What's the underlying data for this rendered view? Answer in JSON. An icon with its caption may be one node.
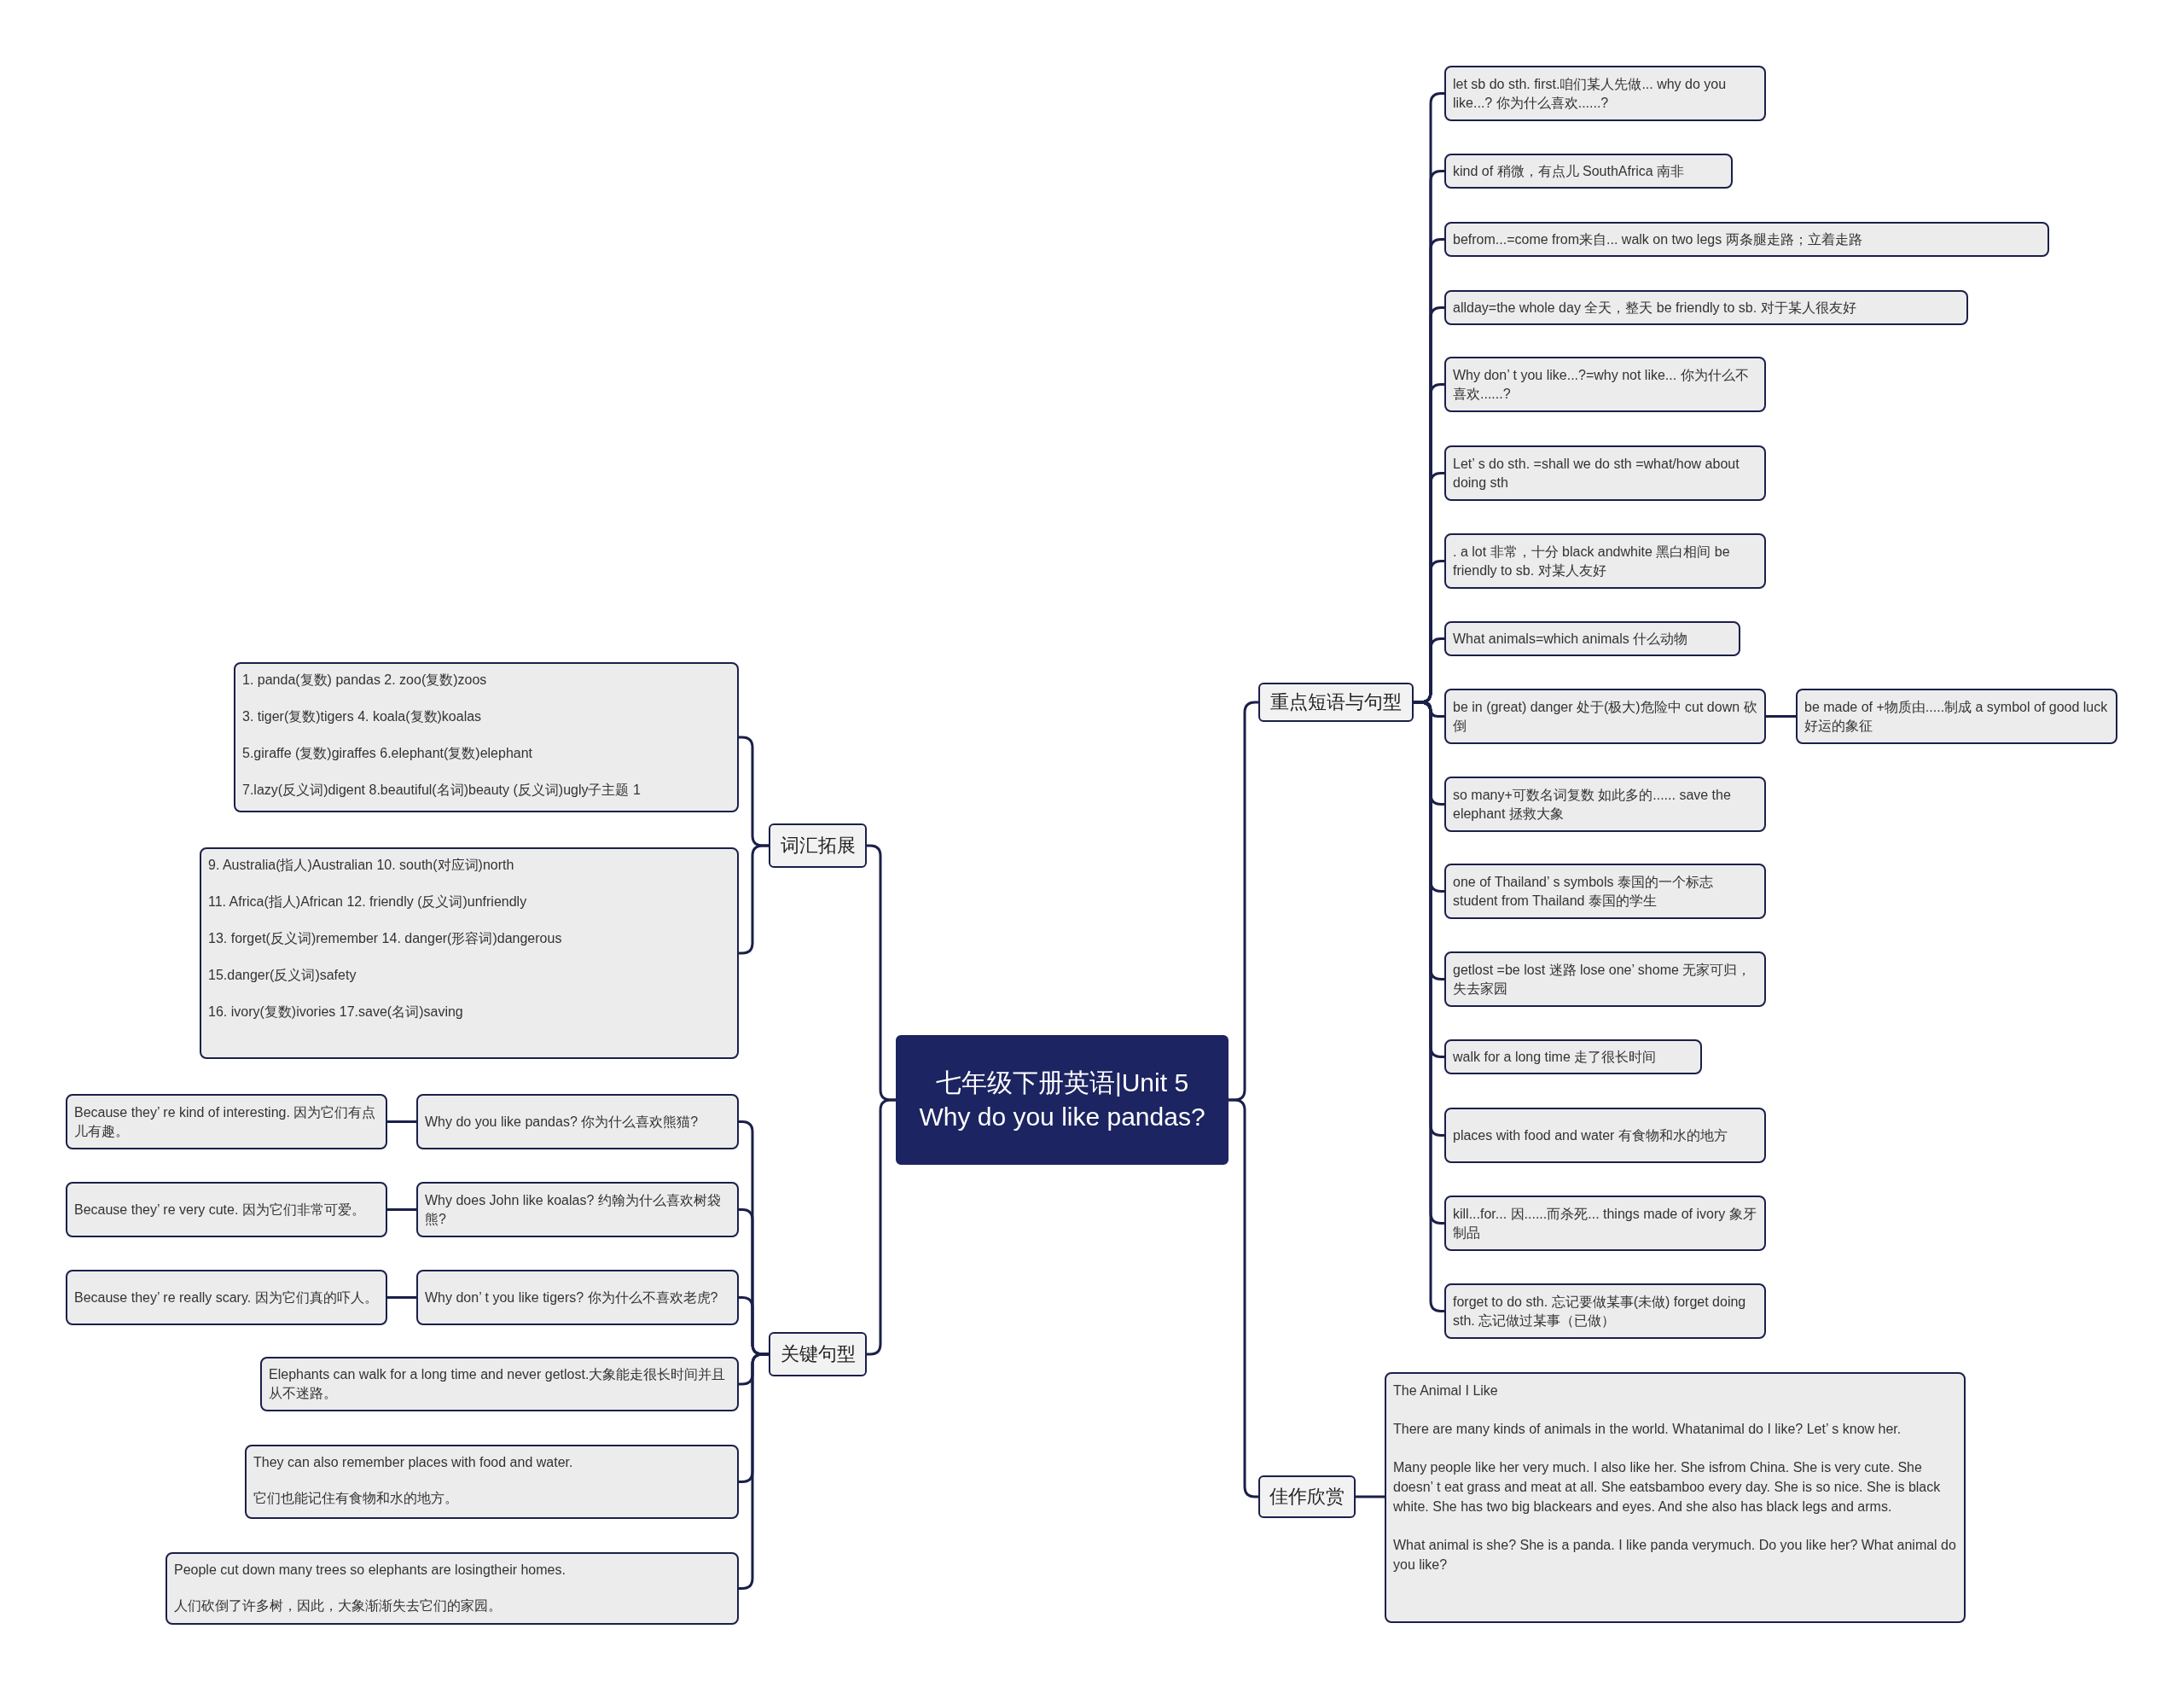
{
  "diagram": {
    "nodes": [
      {
        "text": [
          "七年级下册英语|Unit 5 Why do you like pandas?"
        ]
      },
      {
        "text": [
          "重点短语与句型"
        ]
      },
      {
        "text": [
          "let sb do sth. first.咱们某人先做... why do you like...? 你为什么喜欢......?"
        ]
      },
      {
        "text": [
          "kind of 稍微，有点儿 SouthAfrica 南非"
        ]
      },
      {
        "text": [
          "befrom...=come from来自... walk on two legs 两条腿走路；立着走路"
        ]
      },
      {
        "text": [
          "allday=the whole day 全天，整天 be friendly to sb. 对于某人很友好"
        ]
      },
      {
        "text": [
          "Why don’ t you like...?=why not like... 你为什么不喜欢......?"
        ]
      },
      {
        "text": [
          "Let’ s do sth. =shall we do sth =what/how about doing sth"
        ]
      },
      {
        "text": [
          ". a lot 非常，十分 black andwhite 黑白相间 be friendly to sb. 对某人友好"
        ]
      },
      {
        "text": [
          "What animals=which animals 什么动物"
        ]
      },
      {
        "text": [
          "be in (great) danger 处于(极大)危险中 cut down 砍倒"
        ]
      },
      {
        "text": [
          "be made of +物质由.....制成 a symbol of good luck 好运的象征"
        ]
      },
      {
        "text": [
          "so many+可数名词复数 如此多的...... save the elephant 拯救大象"
        ]
      },
      {
        "text": [
          "one of Thailand’ s symbols 泰国的一个标志 student from Thailand 泰国的学生"
        ]
      },
      {
        "text": [
          "getlost =be lost 迷路 lose one’ shome 无家可归，失去家园"
        ]
      },
      {
        "text": [
          "walk for a long time 走了很长时间"
        ]
      },
      {
        "text": [
          "places with food and water 有食物和水的地方"
        ]
      },
      {
        "text": [
          "kill...for... 因......而杀死... things made of ivory 象牙制品"
        ]
      },
      {
        "text": [
          "forget to do sth. 忘记要做某事(未做)  forget doing sth. 忘记做过某事（已做）"
        ]
      },
      {
        "text": [
          "佳作欣赏"
        ]
      },
      {
        "text": [
          "The Animal I Like",
          "There are many kinds of animals in the world. Whatanimal do I like? Let’ s know her.",
          "Many people like her very much. I also like her. She isfrom China. She is very cute. She doesn’ t eat grass and meat at all. She eatsbamboo every day. She is so nice. She is black white. She has two big blackears and eyes. And she also has black legs and arms.",
          "What animal is she? She is a panda. I like panda verymuch. Do you like her? What animal do you like?"
        ]
      },
      {
        "text": [
          "词汇拓展"
        ]
      },
      {
        "text": [
          "1. panda(复数) pandas 2. zoo(复数)zoos",
          "3. tiger(复数)tigers 4. koala(复数)koalas",
          "5.giraffe (复数)giraffes 6.elephant(复数)elephant",
          "7.lazy(反义词)digent 8.beautiful(名词)beauty (反义词)ugly子主题 1"
        ]
      },
      {
        "text": [
          "9. Australia(指人)Australian 10. south(对应词)north",
          "11. Africa(指人)African 12. friendly (反义词)unfriendly",
          "13. forget(反义词)remember 14. danger(形容词)dangerous",
          "15.danger(反义词)safety",
          "16. ivory(复数)ivories 17.save(名词)saving"
        ]
      },
      {
        "text": [
          "关键句型"
        ]
      },
      {
        "text": [
          "Why do you like pandas? 你为什么喜欢熊猫?"
        ]
      },
      {
        "text": [
          "Because they’ re kind of interesting. 因为它们有点儿有趣。"
        ]
      },
      {
        "text": [
          "Why does John like koalas? 约翰为什么喜欢树袋熊?"
        ]
      },
      {
        "text": [
          "Because they’ re very cute. 因为它们非常可爱。"
        ]
      },
      {
        "text": [
          "Why don’ t you like tigers? 你为什么不喜欢老虎?"
        ]
      },
      {
        "text": [
          "Because they’ re really scary. 因为它们真的吓人。"
        ]
      },
      {
        "text": [
          "Elephants can walk for a long time and never getlost.大象能走很长时间并且从不迷路。"
        ]
      },
      {
        "text": [
          "They can also remember places with food and water.",
          "它们也能记住有食物和水的地方。"
        ]
      },
      {
        "text": [
          "People cut down many trees so elephants are losingtheir homes.",
          "人们砍倒了许多树，因此，大象渐渐失去它们的家园。"
        ]
      }
    ],
    "edges": [
      {
        "from": 0,
        "to": 1,
        "arrow": "none"
      },
      {
        "from": 1,
        "to": 2,
        "arrow": "none"
      },
      {
        "from": 1,
        "to": 3,
        "arrow": "none"
      },
      {
        "from": 1,
        "to": 4,
        "arrow": "none"
      },
      {
        "from": 1,
        "to": 5,
        "arrow": "none"
      },
      {
        "from": 1,
        "to": 6,
        "arrow": "none"
      },
      {
        "from": 1,
        "to": 7,
        "arrow": "none"
      },
      {
        "from": 1,
        "to": 8,
        "arrow": "none"
      },
      {
        "from": 1,
        "to": 9,
        "arrow": "none"
      },
      {
        "from": 1,
        "to": 10,
        "arrow": "none"
      },
      {
        "from": 10,
        "to": 11,
        "arrow": "none"
      },
      {
        "from": 1,
        "to": 12,
        "arrow": "none"
      },
      {
        "from": 1,
        "to": 13,
        "arrow": "none"
      },
      {
        "from": 1,
        "to": 14,
        "arrow": "none"
      },
      {
        "from": 1,
        "to": 15,
        "arrow": "none"
      },
      {
        "from": 1,
        "to": 16,
        "arrow": "none"
      },
      {
        "from": 1,
        "to": 17,
        "arrow": "none"
      },
      {
        "from": 1,
        "to": 18,
        "arrow": "none"
      },
      {
        "from": 0,
        "to": 19,
        "arrow": "none"
      },
      {
        "from": 19,
        "to": 20,
        "arrow": "none"
      },
      {
        "from": 0,
        "to": 21,
        "arrow": "none"
      },
      {
        "from": 21,
        "to": 22,
        "arrow": "none"
      },
      {
        "from": 21,
        "to": 23,
        "arrow": "none"
      },
      {
        "from": 0,
        "to": 24,
        "arrow": "none"
      },
      {
        "from": 24,
        "to": 25,
        "arrow": "none"
      },
      {
        "from": 25,
        "to": 26,
        "arrow": "none"
      },
      {
        "from": 24,
        "to": 27,
        "arrow": "none"
      },
      {
        "from": 27,
        "to": 28,
        "arrow": "none"
      },
      {
        "from": 24,
        "to": 29,
        "arrow": "none"
      },
      {
        "from": 29,
        "to": 30,
        "arrow": "none"
      },
      {
        "from": 24,
        "to": 31,
        "arrow": "none"
      },
      {
        "from": 24,
        "to": 32,
        "arrow": "none"
      },
      {
        "from": 24,
        "to": 33,
        "arrow": "none"
      }
    ]
  }
}
